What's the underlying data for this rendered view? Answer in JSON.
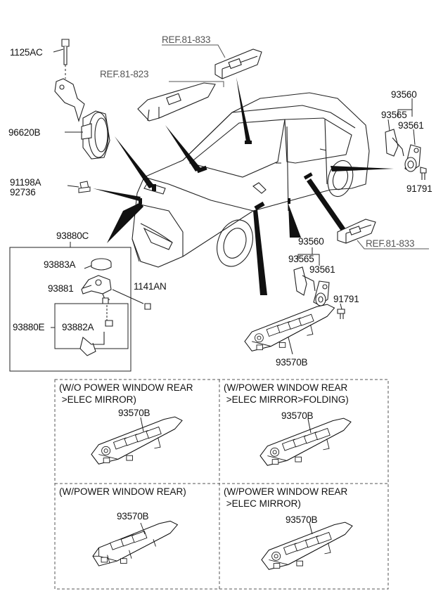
{
  "labels": {
    "p1125AC": "1125AC",
    "p96620B": "96620B",
    "p91198A": "91198A",
    "p92736": "92736",
    "ref81823": "REF.81-823",
    "ref81833_top": "REF.81-833",
    "ref81833_mid": "REF.81-833",
    "p93560_top": "93560",
    "p93565_top": "93565",
    "p93561_top": "93561",
    "p91791_top": "91791",
    "p93880C": "93880C",
    "p93883A": "93883A",
    "p93881": "93881",
    "p1141AN": "1141AN",
    "p93880E": "93880E",
    "p93882A": "93882A",
    "p93560_mid": "93560",
    "p93565_mid": "93565",
    "p93561_mid": "93561",
    "p91791_mid": "91791",
    "p93570B_main": "93570B"
  },
  "variants": [
    {
      "title": "(W/O POWER WINDOW REAR\n >ELEC MIRROR)",
      "part": "93570B"
    },
    {
      "title": "(W/POWER WINDOW REAR\n >ELEC MIRROR>FOLDING)",
      "part": "93570B"
    },
    {
      "title": "(W/POWER WINDOW REAR)",
      "part": "93570B"
    },
    {
      "title": "(W/POWER WINDOW REAR\n >ELEC MIRROR)",
      "part": "93570B"
    }
  ]
}
